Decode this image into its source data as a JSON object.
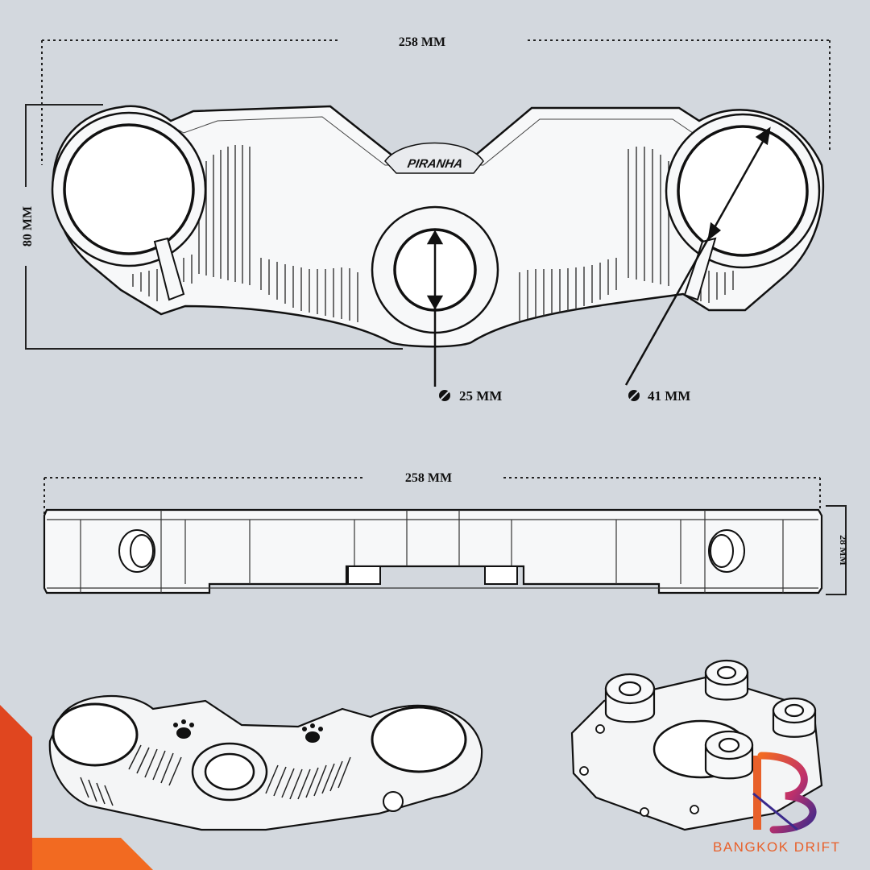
{
  "top_view": {
    "logo_text": "PIRANHA",
    "width_label": "258  MM",
    "height_label": "80  MM",
    "stem_label": "25  MM",
    "fork_label": "41  MM"
  },
  "side_view": {
    "width_label": "258  MM",
    "thickness_label": "28 MM"
  },
  "brand": {
    "name": "BANGKOK DRIFT",
    "accent": "#e8602a",
    "accent_dark": "#e0461f",
    "logo_gradient": [
      "#f26a21",
      "#c0306a",
      "#3b2a8c"
    ]
  },
  "background": "#d3d8de",
  "icons": {
    "diameter": "diameter-icon",
    "paw": "paw-print-icon"
  }
}
